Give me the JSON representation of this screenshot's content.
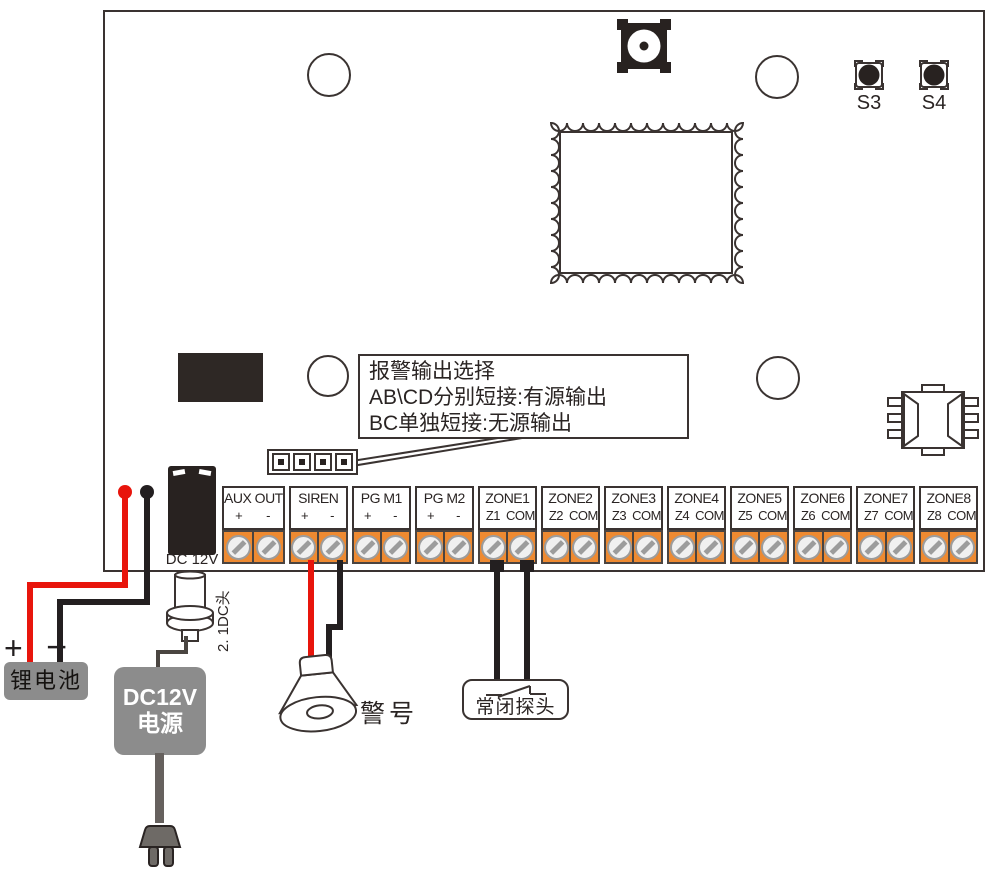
{
  "board": {
    "buttons": [
      {
        "label": "S3"
      },
      {
        "label": "S4"
      }
    ],
    "note_box": {
      "line1": "报警输出选择",
      "line2": "AB\\CD分别短接:有源输出",
      "line3": "BC单独短接:无源输出"
    },
    "dc_jack_label": "DC 12V",
    "terminals": {
      "blocks": [
        {
          "name": "AUX OUT",
          "a": "+",
          "b": "-"
        },
        {
          "name": "SIREN",
          "a": "+",
          "b": "-"
        },
        {
          "name": "PG M1",
          "a": "+",
          "b": "-"
        },
        {
          "name": "PG M2",
          "a": "+",
          "b": "-"
        },
        {
          "name": "ZONE1",
          "a": "Z1",
          "b": "COM"
        },
        {
          "name": "ZONE2",
          "a": "Z2",
          "b": "COM"
        },
        {
          "name": "ZONE3",
          "a": "Z3",
          "b": "COM"
        },
        {
          "name": "ZONE4",
          "a": "Z4",
          "b": "COM"
        },
        {
          "name": "ZONE5",
          "a": "Z5",
          "b": "COM"
        },
        {
          "name": "ZONE6",
          "a": "Z6",
          "b": "COM"
        },
        {
          "name": "ZONE7",
          "a": "Z7",
          "b": "COM"
        },
        {
          "name": "ZONE8",
          "a": "Z8",
          "b": "COM"
        }
      ]
    }
  },
  "external": {
    "battery_label": "锂电池",
    "battery_plus": "+",
    "battery_minus": "−",
    "psu_line1": "DC12V",
    "psu_line2": "电源",
    "dc_plug_label": "2. 1DC头",
    "siren_label": "警号",
    "detector_label": "常闭探头"
  },
  "colors": {
    "terminal_orange": "#EE8A31",
    "wire_red": "#E8150C",
    "wire_black": "#231F20",
    "component_gray": "#8C8C8C",
    "outline": "#3A3331"
  }
}
